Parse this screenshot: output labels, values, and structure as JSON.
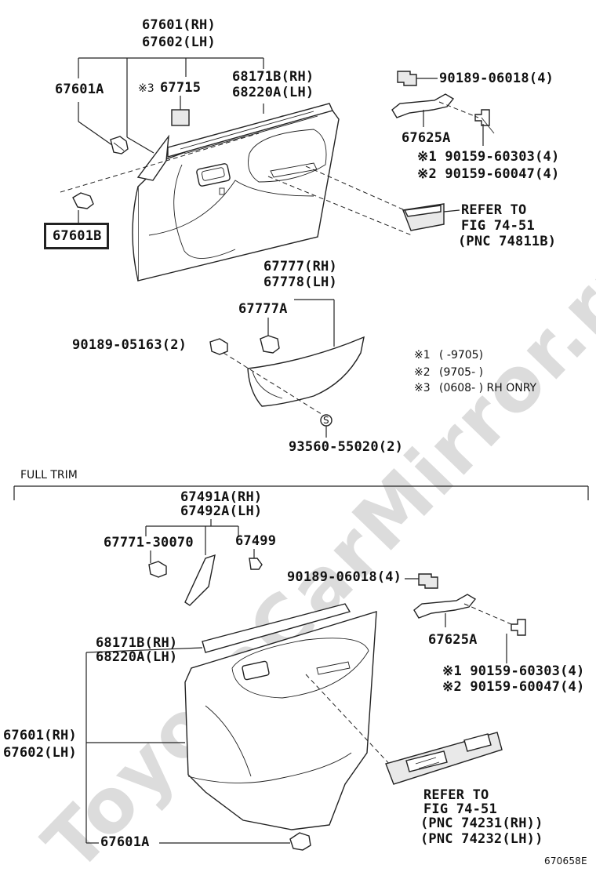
{
  "watermark": "ToyotaCarMirror.ru",
  "figure_code": "670658E",
  "top_section": {
    "main_part": [
      "67601(RH)",
      "67602(LH)"
    ],
    "labels": {
      "clip_a": "67601A",
      "pad_prefix": "※3",
      "pad": "67715",
      "weatherstrip": [
        "68171B(RH)",
        "68220A(LH)"
      ],
      "clip_b": "67601B",
      "bracket_clip": "90189-06018(4)",
      "bracket": "67625A",
      "screw_1": "※1 90159-60303(4)",
      "screw_2": "※2 90159-60047(4)",
      "refer": [
        "REFER TO",
        "FIG 74-51",
        "(PNC 74811B)"
      ],
      "armrest": [
        "67777(RH)",
        "67778(LH)"
      ],
      "armrest_clip": "67777A",
      "armrest_clip2": "90189-05163(2)",
      "screw_s": "93560-55020(2)",
      "screw_s_symbol": "S"
    },
    "notes": [
      {
        "mark": "※1",
        "range": "(      -9705)"
      },
      {
        "mark": "※2",
        "range": "(9705-      )"
      },
      {
        "mark": "※3",
        "range": "(0608-      ) RH ONRY"
      }
    ]
  },
  "bottom_section": {
    "title": "FULL TRIM",
    "labels": {
      "panel_top": [
        "67491A(RH)",
        "67492A(LH)"
      ],
      "clip_1": "67771-30070",
      "clip_2": "67499",
      "bracket_clip": "90189-06018(4)",
      "bracket": "67625A",
      "weatherstrip": [
        "68171B(RH)",
        "68220A(LH)"
      ],
      "screw_1": "※1 90159-60303(4)",
      "screw_2": "※2 90159-60047(4)",
      "main_part": [
        "67601(RH)",
        "67602(LH)"
      ],
      "clip_a": "67601A",
      "refer": [
        "REFER TO",
        "FIG 74-51",
        "(PNC 74231(RH))",
        "(PNC 74232(LH))"
      ]
    }
  }
}
